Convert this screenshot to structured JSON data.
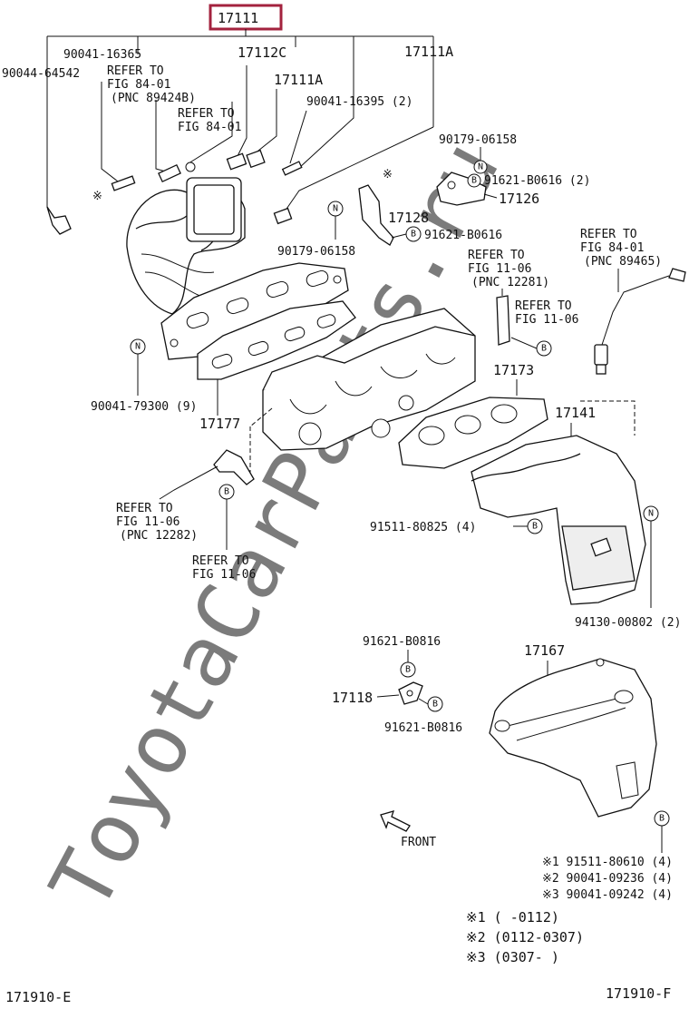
{
  "watermark": "ToyotaCarParts.ru",
  "highlighted_part": "17111",
  "parts": {
    "p17112C": "17112C",
    "p17111A_left": "17111A",
    "p17111A_right": "17111A",
    "p17126": "17126",
    "p17128": "17128",
    "p17173": "17173",
    "p17141": "17141",
    "p17177": "17177",
    "p17167": "17167",
    "p17118": "17118"
  },
  "numbers": {
    "n90041_16365": "90041-16365",
    "n90044_64542": "90044-64542",
    "n90041_16395": "90041-16395 (2)",
    "n90179_06158_top": "90179-06158",
    "n91621_B0616_2": "91621-B0616 (2)",
    "n91621_B0616": "91621-B0616",
    "n90179_06158_mid": "90179-06158",
    "n90041_79300": "90041-79300 (9)",
    "n91511_80825": "91511-80825 (4)",
    "n94130_00802": "94130-00802 (2)",
    "n91621_B0816_top": "91621-B0816",
    "n91621_B0816_bot": "91621-B0816"
  },
  "refs": {
    "ref_a": [
      "REFER TO",
      "FIG 84-01",
      "(PNC 89424B)"
    ],
    "ref_b": [
      "REFER TO",
      "FIG 84-01"
    ],
    "ref_c": [
      "REFER TO",
      "FIG 84-01",
      "(PNC 89465)"
    ],
    "ref_d": [
      "REFER TO",
      "FIG 11-06",
      "(PNC 12281)"
    ],
    "ref_e": [
      "REFER TO",
      "FIG 11-06"
    ],
    "ref_f": [
      "REFER TO",
      "FIG 11-06",
      "(PNC 12282)"
    ],
    "ref_g": [
      "REFER TO",
      "FIG 11-06"
    ]
  },
  "badges": {
    "N": "N",
    "B": "B"
  },
  "front_label": "FRONT",
  "footnotes": {
    "parts_list": [
      "※1 91511-80610 (4)",
      "※2 90041-09236 (4)",
      "※3 90041-09242 (4)"
    ],
    "date_list": [
      "※1 (    -0112)",
      "※2 (0112-0307)",
      "※3 (0307-    )"
    ]
  },
  "codes": {
    "left": "171910-E",
    "right": "171910-F"
  }
}
